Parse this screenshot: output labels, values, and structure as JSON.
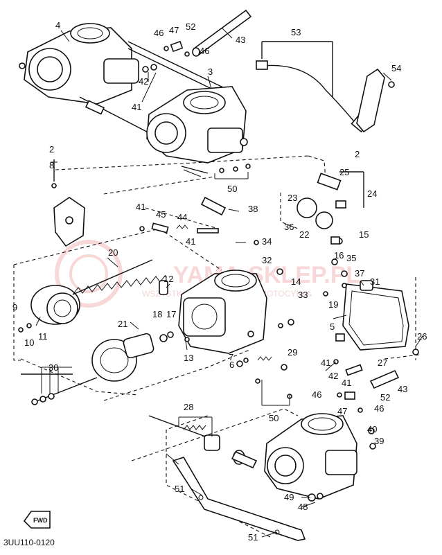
{
  "diagram": {
    "code": "3UU110-0120",
    "fwd": "FWD",
    "watermark": {
      "main": "YAMA-SKLEP.PL",
      "sub": "WSZYSTKO DLA IDEALNEGO MOTOCYKLA"
    },
    "labels": {
      "l2a": "2",
      "l8": "8",
      "l4": "4",
      "l46a": "46",
      "l47a": "47",
      "l52a": "52",
      "l43a": "43",
      "l46b": "46",
      "l53": "53",
      "l54": "54",
      "l3": "3",
      "l42a": "42",
      "l41a": "41",
      "l2b": "2",
      "l25": "25",
      "l24": "24",
      "l23": "23",
      "l50a": "50",
      "l38": "38",
      "l41b": "41",
      "l45": "45",
      "l44": "44",
      "l41c": "41",
      "l36": "36",
      "l22": "22",
      "l15": "15",
      "l34": "34",
      "l20": "20",
      "l32": "32",
      "l16": "16",
      "l35": "35",
      "l14": "14",
      "l37": "37",
      "l31": "31",
      "l12": "12",
      "l33": "33",
      "l19": "19",
      "l9": "9",
      "l10": "10",
      "l11": "11",
      "l18": "18",
      "l17": "17",
      "l21": "21",
      "l13": "13",
      "l5": "5",
      "l26": "26",
      "l7": "7",
      "l29": "29",
      "l6": "6",
      "l41d": "41",
      "l27": "27",
      "l42b": "42",
      "l30": "30",
      "l41e": "41",
      "l43b": "43",
      "l46c": "46",
      "l52b": "52",
      "l47b": "47",
      "l46d": "46",
      "l28": "28",
      "l40": "40",
      "l39": "39",
      "l50b": "50",
      "l51a": "51",
      "l49": "49",
      "l48": "48",
      "l51b": "51"
    }
  }
}
